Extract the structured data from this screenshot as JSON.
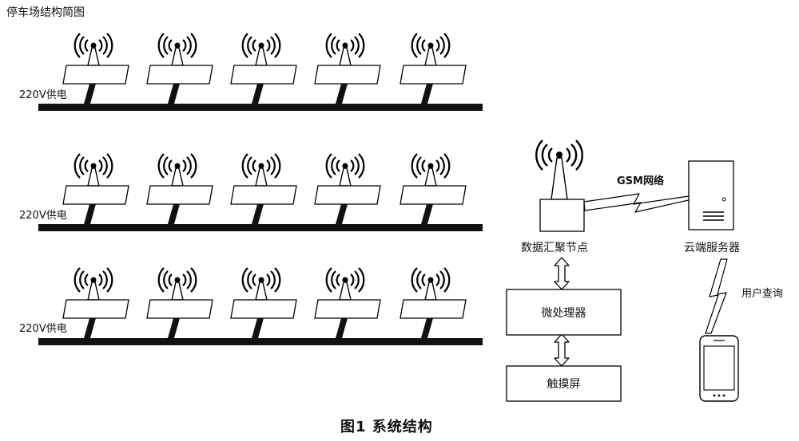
{
  "diagram": {
    "title": "停车场结构简图",
    "power_label": "220V供电",
    "gsm_label": "GSM网络",
    "aggregation_node_label": "数据汇聚节点",
    "cloud_server_label": "云端服务器",
    "user_query_label": "用户查询",
    "microprocessor_label": "微处理器",
    "touchscreen_label": "触摸屏",
    "caption": "图1  系统结构",
    "rows": 3,
    "sensors_per_row": 5
  }
}
